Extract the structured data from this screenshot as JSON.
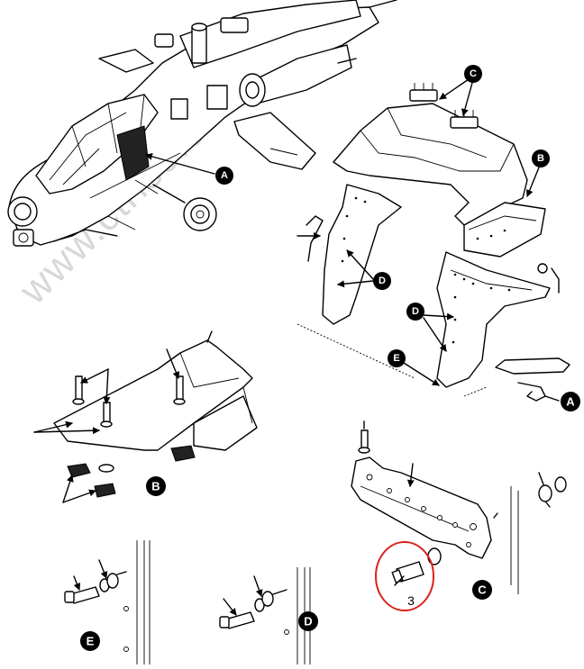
{
  "figure": {
    "watermark": "www.ctrlse.com",
    "callouts": {
      "a": "A",
      "b": "B",
      "c": "C",
      "d": "D",
      "e": "E"
    },
    "view_labels": {
      "a": "A",
      "b": "B",
      "c": "C",
      "d": "D",
      "e": "E"
    },
    "item_number": "3",
    "highlight_color": "#d9221c",
    "icons": {
      "callout": "filled-circle-letter",
      "arrow": "leader-arrow",
      "highlight": "red-ellipse"
    }
  }
}
